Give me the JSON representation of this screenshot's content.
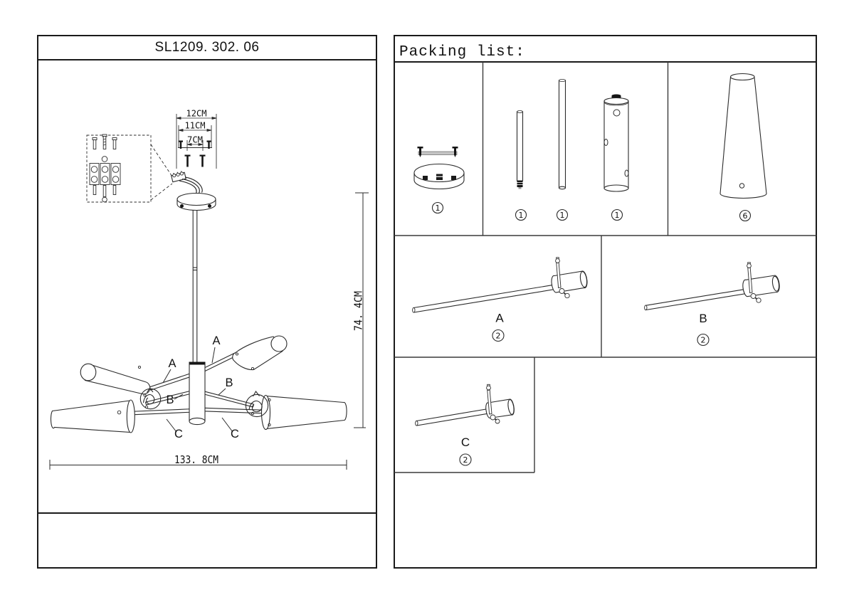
{
  "left_panel": {
    "title": "SL1209. 302. 06",
    "dim_top_outer": "12CM",
    "dim_top_mid": "11CM",
    "dim_top_inner": "7CM",
    "dim_height": "74. 4CM",
    "dim_width": "133. 8CM",
    "labels": {
      "a_left": "A",
      "a_right": "A",
      "b_left": "B",
      "b_right": "B",
      "c_left": "C",
      "c_right": "C"
    }
  },
  "packing_list": {
    "title": "Packing list:",
    "items": {
      "canopy_qty": "1",
      "rod_short_qty": "1",
      "rod_long_qty": "1",
      "hub_qty": "1",
      "shade_qty": "6",
      "arm_a_label": "A",
      "arm_a_qty": "2",
      "arm_b_label": "B",
      "arm_b_qty": "2",
      "arm_c_label": "C",
      "arm_c_qty": "2"
    }
  }
}
